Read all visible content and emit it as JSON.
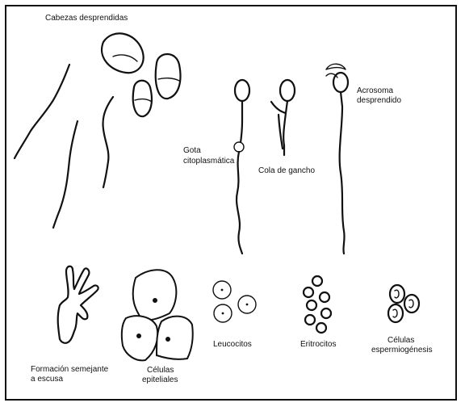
{
  "labels": {
    "detached_heads": "Cabezas desprendidas",
    "acrosome_line1": "Acrosoma",
    "acrosome_line2": "desprendido",
    "droplet_line1": "Gota",
    "droplet_line2": "citoplasmática",
    "hook_tail": "Cola de gancho",
    "brush_line1": "Formación semejante",
    "brush_line2": "a escusa",
    "epithelial_line1": "Células",
    "epithelial_line2": "epiteliales",
    "leukocytes": "Leucocitos",
    "erythrocytes": "Eritrocitos",
    "spermiogenesis_line1": "Células",
    "spermiogenesis_line2": "espermiogénesis"
  },
  "colors": {
    "ink": "#111111",
    "background": "#ffffff"
  }
}
